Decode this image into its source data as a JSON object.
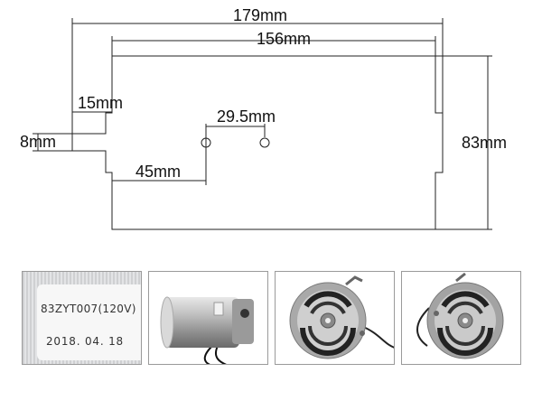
{
  "dimensions": {
    "overall_width": "179mm",
    "body_width": "156mm",
    "tab_width": "15mm",
    "tab_height": "8mm",
    "hole_spacing": "29.5mm",
    "hole_offset": "45mm",
    "height": "83mm"
  },
  "label_photo": {
    "model": "83ZYT007(120V)",
    "date": "2018. 04. 18"
  },
  "colors": {
    "line": "#222222",
    "text": "#111111"
  }
}
